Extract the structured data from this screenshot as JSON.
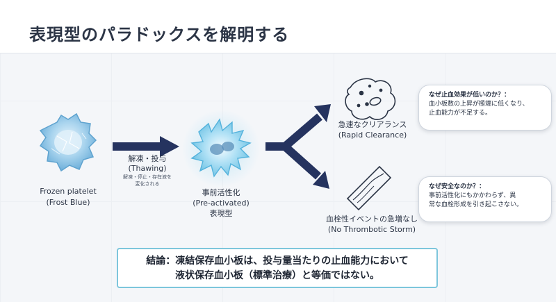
{
  "title": "表現型のパラドックスを解明する",
  "frozen": {
    "line1": "Frozen platelet",
    "line2": "(Frost Blue)"
  },
  "thaw": {
    "line1": "解凍・投与",
    "line2": "(Thawing)",
    "sub1": "解凍・停止・存在液を",
    "sub2": "変化される"
  },
  "preactivated": {
    "line1": "事前活性化",
    "line2": "(Pre-activated)",
    "line3": "表現型"
  },
  "rapid": {
    "line1": "急速なクリアランス",
    "line2": "(Rapid Clearance)"
  },
  "storm": {
    "line1": "血栓性イベントの急増なし",
    "line2": "(No Thrombotic Storm)"
  },
  "bubble1": {
    "question": "なぜ止血効果が低いのか？：",
    "answer1": "血小板数の上昇が極端に低くなり、",
    "answer2": "止血能力が不足する。"
  },
  "bubble2": {
    "question": "なぜ安全なのか？：",
    "answer1": "事前活性化にもかかわらず、異",
    "answer2": "常な血栓形成を引き起こさない。"
  },
  "conclusion": {
    "line1": "結論：凍結保存血小板は、投与量当たりの止血能力において",
    "line2": "液状保存血小板（標準治療）と等価ではない。"
  },
  "colors": {
    "arrow": "#25335f",
    "cell_blue": "#8ec6e6",
    "cell_core": "#b9dcf0",
    "frame": "#7dc6dc"
  }
}
